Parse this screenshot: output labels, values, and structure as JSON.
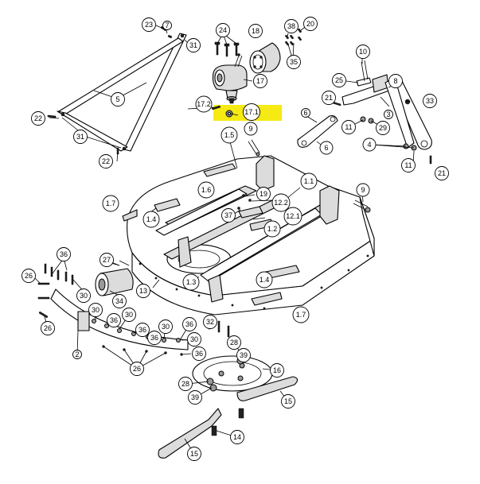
{
  "highlight_color": "#f5ea14",
  "callout_labels": {
    "c23": "23",
    "c7": "7",
    "c24": "24",
    "c18": "18",
    "c38": "38",
    "c20": "20",
    "c35": "35",
    "c10": "10",
    "c31a": "31",
    "c5": "5",
    "c25": "25",
    "c8": "8",
    "c17": "17",
    "c17_2": "17.2",
    "c17_1": "17.1",
    "c21a": "21",
    "c3": "3",
    "c33": "33",
    "c22a": "22",
    "c6a": "6",
    "c11a": "11",
    "c29": "29",
    "c31b": "31",
    "c6b": "6",
    "c4": "4",
    "c22b": "22",
    "c9a": "9",
    "c1_5": "1.5",
    "c11b": "11",
    "c21b": "21",
    "c1_1": "1.1",
    "c1_6": "1.6",
    "c19": "19",
    "c9b": "9",
    "c1_7a": "1.7",
    "c12_2": "12.2",
    "c37": "37",
    "c1_4a": "1.4",
    "c12_1": "12.1",
    "c1_2": "1.2",
    "c36a": "36",
    "c27": "27",
    "c26a": "26",
    "c30a": "30",
    "c13": "13",
    "c1_3": "1.3",
    "c1_4b": "1.4",
    "c34": "34",
    "c30b": "30",
    "c1_7b": "1.7",
    "c26b": "26",
    "c36b": "36",
    "c30c": "30",
    "c36c": "36",
    "c30d": "30",
    "c36d": "36",
    "c32": "32",
    "c2": "2",
    "c36e": "36",
    "c30e": "30",
    "c36f": "36",
    "c26c": "26",
    "c28a": "28",
    "c39a": "39",
    "c16": "16",
    "c28b": "28",
    "c39b": "39",
    "c15a": "15",
    "c14": "14",
    "c15b": "15"
  }
}
